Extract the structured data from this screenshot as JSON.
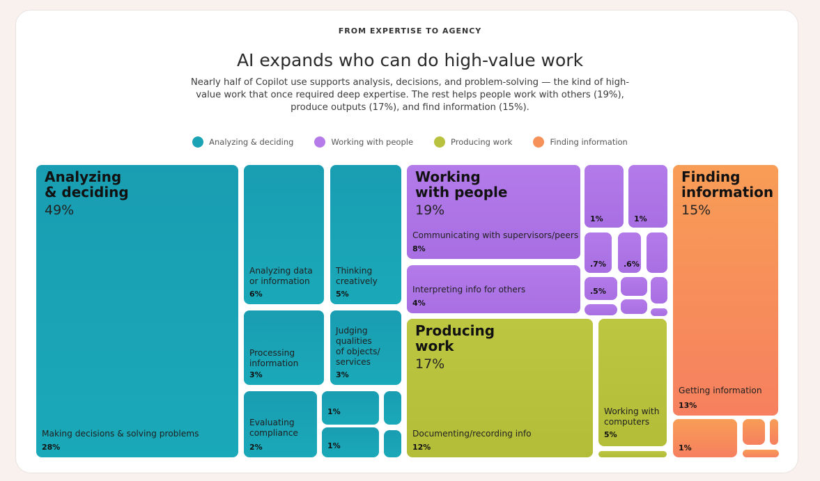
{
  "kicker": "FROM EXPERTISE TO AGENCY",
  "title": "AI expands who can do high-value work",
  "subtitle": "Nearly half of Copilot use supports analysis, decisions, and problem-solving — the kind of high-value work that once required deep expertise. The rest helps people work with others (19%), produce outputs (17%), and find information (15%).",
  "legend": [
    {
      "label": "Analyzing & deciding",
      "color": "#1aa3b5"
    },
    {
      "label": "Working with people",
      "color": "#b57be8"
    },
    {
      "label": "Producing work",
      "color": "#b9c23e"
    },
    {
      "label": "Finding information",
      "color": "#f6915a"
    }
  ],
  "chart_data": {
    "type": "treemap",
    "groups": [
      {
        "name": "Analyzing\n& deciding",
        "value": "49%",
        "color": "#1aa3b5",
        "children": [
          {
            "label": "Making decisions & solving problems",
            "value": "28%"
          },
          {
            "label": "Analyzing data\nor information",
            "value": "6%"
          },
          {
            "label": "Thinking\ncreatively",
            "value": "5%"
          },
          {
            "label": "Processing\ninformation",
            "value": "3%"
          },
          {
            "label": "Judging\nqualities\nof objects/\nservices",
            "value": "3%"
          },
          {
            "label": "Evaluating\ncompliance",
            "value": "2%"
          },
          {
            "label": "",
            "value": "1%"
          },
          {
            "label": "",
            "value": "1%"
          },
          {
            "label": "",
            "value": ""
          },
          {
            "label": "",
            "value": ""
          }
        ]
      },
      {
        "name": "Working\nwith people",
        "value": "19%",
        "color": "#b57be8",
        "children": [
          {
            "label": "Communicating with supervisors/peers",
            "value": "8%"
          },
          {
            "label": "Interpreting info for others",
            "value": "4%"
          },
          {
            "label": "",
            "value": "1%"
          },
          {
            "label": "",
            "value": "1%"
          },
          {
            "label": "",
            "value": ".7%"
          },
          {
            "label": "",
            "value": ".6%"
          },
          {
            "label": "",
            "value": ""
          },
          {
            "label": "",
            "value": ".5%"
          },
          {
            "label": "",
            "value": ""
          },
          {
            "label": "",
            "value": ""
          },
          {
            "label": "",
            "value": ""
          },
          {
            "label": "",
            "value": ""
          },
          {
            "label": "",
            "value": ""
          }
        ]
      },
      {
        "name": "Producing\nwork",
        "value": "17%",
        "color": "#b9c23e",
        "children": [
          {
            "label": "Documenting/recording info",
            "value": "12%"
          },
          {
            "label": "Working with\ncomputers",
            "value": "5%"
          },
          {
            "label": "",
            "value": ""
          }
        ]
      },
      {
        "name": "Finding\ninformation",
        "value": "15%",
        "color": "#f6915a",
        "children": [
          {
            "label": "Getting information",
            "value": "13%"
          },
          {
            "label": "",
            "value": "1%"
          },
          {
            "label": "",
            "value": ""
          },
          {
            "label": "",
            "value": ""
          },
          {
            "label": "",
            "value": ""
          }
        ]
      }
    ]
  }
}
